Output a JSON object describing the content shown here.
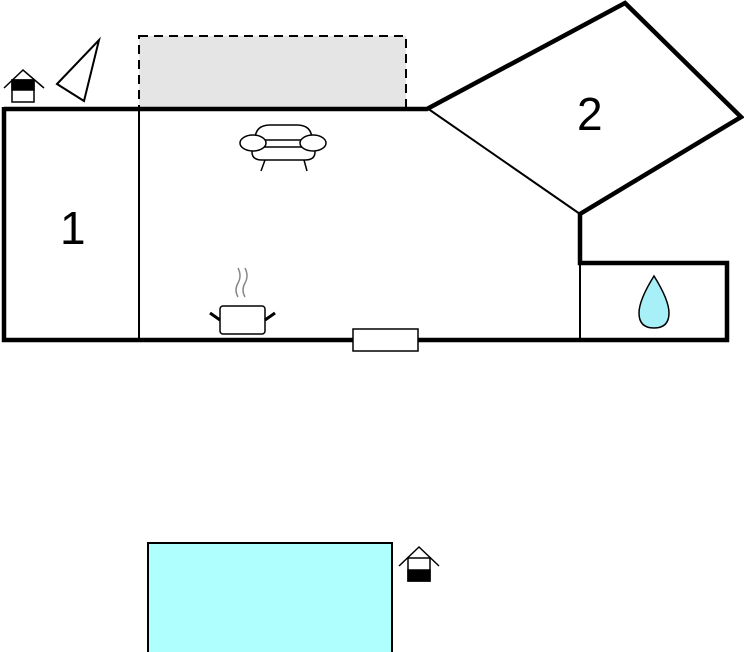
{
  "rooms": [
    {
      "label": "1"
    },
    {
      "label": "2"
    }
  ],
  "colors": {
    "terrace": "#e5e5e5",
    "pool": "#b0ffff",
    "water": "#a8f0f8",
    "wall": "#000000"
  },
  "icons": [
    "house-icon",
    "compass-icon",
    "sofa-icon",
    "cooking-pot-icon",
    "water-drop-icon",
    "pool",
    "house-icon"
  ]
}
